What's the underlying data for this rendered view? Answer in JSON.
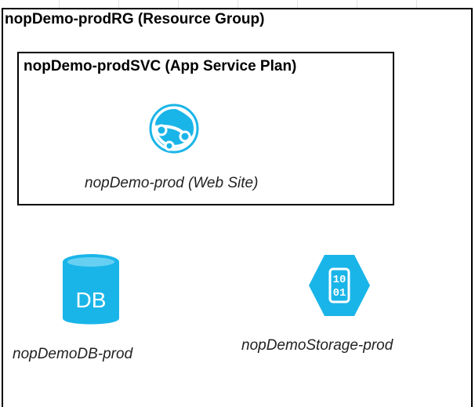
{
  "resource_group": {
    "title": "nopDemo-prodRG (Resource Group)"
  },
  "app_service_plan": {
    "title": "nopDemo-prodSVC (App Service Plan)"
  },
  "web_site": {
    "label": "nopDemo-prod (Web Site)",
    "icon": "web-app-globe-icon"
  },
  "database": {
    "label": "nopDemoDB-prod",
    "icon_text": "DB",
    "icon": "sql-database-icon"
  },
  "storage": {
    "label": "nopDemoStorage-prod",
    "icon_text_line1": "10",
    "icon_text_line2": "01",
    "icon": "storage-account-icon"
  },
  "colors": {
    "azure_blue": "#1ab5e8",
    "border": "#000000",
    "text": "#222222"
  }
}
